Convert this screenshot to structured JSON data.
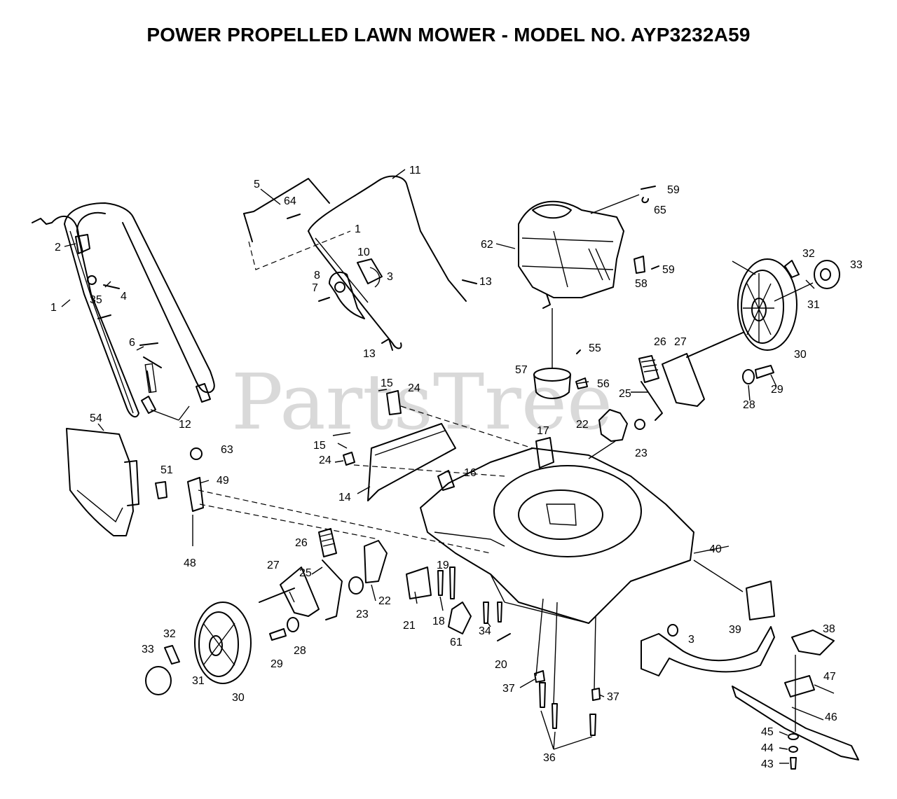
{
  "title": "POWER PROPELLED LAWN MOWER - MODEL NO. AYP3232A59",
  "watermark": "PartsTree",
  "callouts": [
    {
      "id": "lbl-5",
      "text": "5"
    },
    {
      "id": "lbl-11",
      "text": "11"
    },
    {
      "id": "lbl-64",
      "text": "64"
    },
    {
      "id": "lbl-59a",
      "text": "59"
    },
    {
      "id": "lbl-65",
      "text": "65"
    },
    {
      "id": "lbl-62",
      "text": "62"
    },
    {
      "id": "lbl-59b",
      "text": "59"
    },
    {
      "id": "lbl-58",
      "text": "58"
    },
    {
      "id": "lbl-32a",
      "text": "32"
    },
    {
      "id": "lbl-33a",
      "text": "33"
    },
    {
      "id": "lbl-31a",
      "text": "31"
    },
    {
      "id": "lbl-30a",
      "text": "30"
    },
    {
      "id": "lbl-2",
      "text": "2"
    },
    {
      "id": "lbl-1a",
      "text": "1"
    },
    {
      "id": "lbl-10",
      "text": "10"
    },
    {
      "id": "lbl-3a",
      "text": "3"
    },
    {
      "id": "lbl-8",
      "text": "8"
    },
    {
      "id": "lbl-7",
      "text": "7"
    },
    {
      "id": "lbl-35",
      "text": "35"
    },
    {
      "id": "lbl-4",
      "text": "4"
    },
    {
      "id": "lbl-1b",
      "text": "1"
    },
    {
      "id": "lbl-13a",
      "text": "13"
    },
    {
      "id": "lbl-13b",
      "text": "13"
    },
    {
      "id": "lbl-6",
      "text": "6"
    },
    {
      "id": "lbl-12",
      "text": "12"
    },
    {
      "id": "lbl-55",
      "text": "55"
    },
    {
      "id": "lbl-26a",
      "text": "26"
    },
    {
      "id": "lbl-27a",
      "text": "27"
    },
    {
      "id": "lbl-57",
      "text": "57"
    },
    {
      "id": "lbl-56",
      "text": "56"
    },
    {
      "id": "lbl-25a",
      "text": "25"
    },
    {
      "id": "lbl-28a",
      "text": "28"
    },
    {
      "id": "lbl-29a",
      "text": "29"
    },
    {
      "id": "lbl-15a",
      "text": "15"
    },
    {
      "id": "lbl-24a",
      "text": "24"
    },
    {
      "id": "lbl-22a",
      "text": "22"
    },
    {
      "id": "lbl-17",
      "text": "17"
    },
    {
      "id": "lbl-23a",
      "text": "23"
    },
    {
      "id": "lbl-54",
      "text": "54"
    },
    {
      "id": "lbl-15b",
      "text": "15"
    },
    {
      "id": "lbl-63",
      "text": "63"
    },
    {
      "id": "lbl-24b",
      "text": "24"
    },
    {
      "id": "lbl-51",
      "text": "51"
    },
    {
      "id": "lbl-49",
      "text": "49"
    },
    {
      "id": "lbl-16",
      "text": "16"
    },
    {
      "id": "lbl-14",
      "text": "14"
    },
    {
      "id": "lbl-48",
      "text": "48"
    },
    {
      "id": "lbl-40",
      "text": "40"
    },
    {
      "id": "lbl-26b",
      "text": "26"
    },
    {
      "id": "lbl-19",
      "text": "19"
    },
    {
      "id": "lbl-27b",
      "text": "27"
    },
    {
      "id": "lbl-25b",
      "text": "25"
    },
    {
      "id": "lbl-22b",
      "text": "22"
    },
    {
      "id": "lbl-23b",
      "text": "23"
    },
    {
      "id": "lbl-21",
      "text": "21"
    },
    {
      "id": "lbl-18",
      "text": "18"
    },
    {
      "id": "lbl-34",
      "text": "34"
    },
    {
      "id": "lbl-61",
      "text": "61"
    },
    {
      "id": "lbl-38",
      "text": "38"
    },
    {
      "id": "lbl-3b",
      "text": "3"
    },
    {
      "id": "lbl-39",
      "text": "39"
    },
    {
      "id": "lbl-32b",
      "text": "32"
    },
    {
      "id": "lbl-33b",
      "text": "33"
    },
    {
      "id": "lbl-28b",
      "text": "28"
    },
    {
      "id": "lbl-29b",
      "text": "29"
    },
    {
      "id": "lbl-20",
      "text": "20"
    },
    {
      "id": "lbl-31b",
      "text": "31"
    },
    {
      "id": "lbl-30b",
      "text": "30"
    },
    {
      "id": "lbl-47",
      "text": "47"
    },
    {
      "id": "lbl-37a",
      "text": "37"
    },
    {
      "id": "lbl-37b",
      "text": "37"
    },
    {
      "id": "lbl-46",
      "text": "46"
    },
    {
      "id": "lbl-45",
      "text": "45"
    },
    {
      "id": "lbl-44",
      "text": "44"
    },
    {
      "id": "lbl-36",
      "text": "36"
    },
    {
      "id": "lbl-43",
      "text": "43"
    }
  ]
}
